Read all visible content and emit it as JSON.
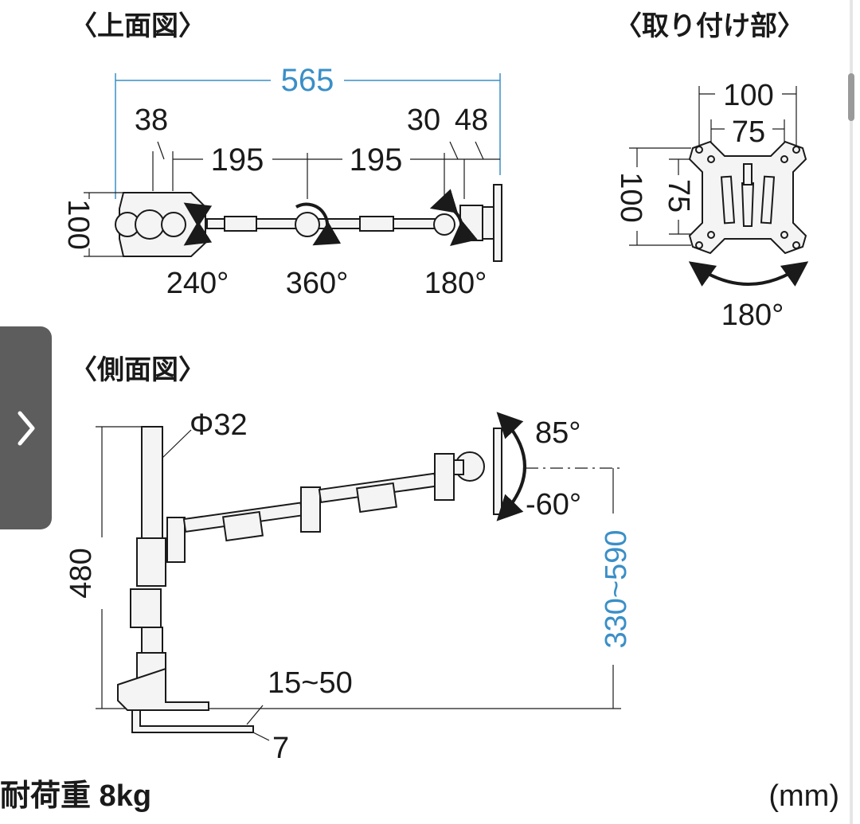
{
  "top_view": {
    "title": "〈上面図〉",
    "overall_width": "565",
    "dim_38": "38",
    "dim_195_a": "195",
    "dim_195_b": "195",
    "dim_30": "30",
    "dim_48": "48",
    "height_100": "100",
    "rotation_1": "240°",
    "rotation_2": "360°",
    "rotation_3": "180°"
  },
  "mount": {
    "title": "〈取り付け部〉",
    "hole_outer": "100",
    "hole_inner": "75",
    "vert_outer": "100",
    "vert_inner": "75",
    "rotation": "180°"
  },
  "side_view": {
    "title": "〈側面図〉",
    "pole_diameter": "Φ32",
    "tilt_up": "85°",
    "tilt_down": "-60°",
    "pole_height": "480",
    "height_range": "330~590",
    "clamp_range": "15~50",
    "clamp_min": "7"
  },
  "footer": {
    "load_capacity": "耐荷重 8kg",
    "unit": "(mm)"
  },
  "colors": {
    "dimension_blue": "#3a8fc7",
    "line": "#1a1a1a",
    "part_fill": "#f4f4f4",
    "side_tab": "#5d5d5d"
  },
  "icons": {
    "side_tab": "chevron-right-icon"
  }
}
